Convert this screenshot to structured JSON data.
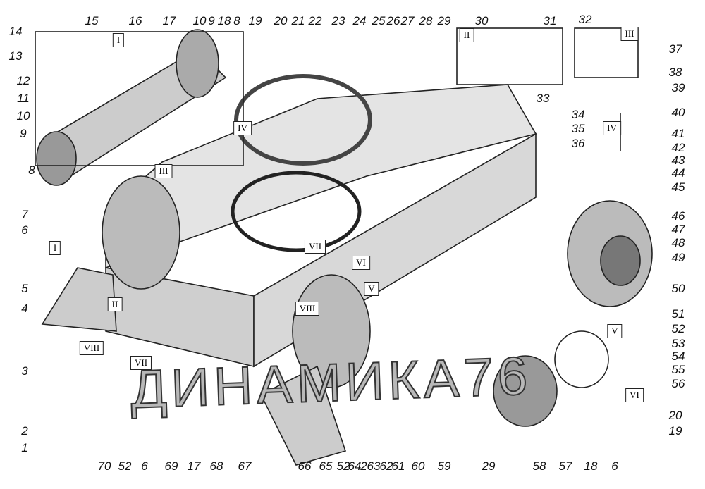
{
  "callouts": [
    "15",
    "16",
    "17",
    "10",
    "9",
    "18",
    "8",
    "19",
    "20",
    "21",
    "22",
    "23",
    "24",
    "25",
    "26",
    "27",
    "28",
    "29",
    "30",
    "31",
    "32",
    "37",
    "38",
    "39",
    "40",
    "33",
    "34",
    "35",
    "36",
    "41",
    "42",
    "43",
    "44",
    "45",
    "46",
    "47",
    "48",
    "49",
    "50",
    "51",
    "52",
    "53",
    "54",
    "55",
    "56",
    "14",
    "13",
    "12",
    "11",
    "10",
    "9",
    "8",
    "7",
    "6",
    "5",
    "4",
    "3",
    "2",
    "1",
    "70",
    "52",
    "6",
    "69",
    "17",
    "68",
    "67",
    "66",
    "65",
    "52",
    "64",
    "2",
    "63",
    "62",
    "61",
    "60",
    "59",
    "29",
    "58",
    "57",
    "18",
    "6",
    "20",
    "19"
  ],
  "views": [
    "I",
    "II",
    "III",
    "IV",
    "III",
    "IV",
    "I",
    "II",
    "VII",
    "VI",
    "V",
    "VIII",
    "VIII",
    "VII",
    "V",
    "VI"
  ],
  "watermark": "ДИНАМИКА76"
}
